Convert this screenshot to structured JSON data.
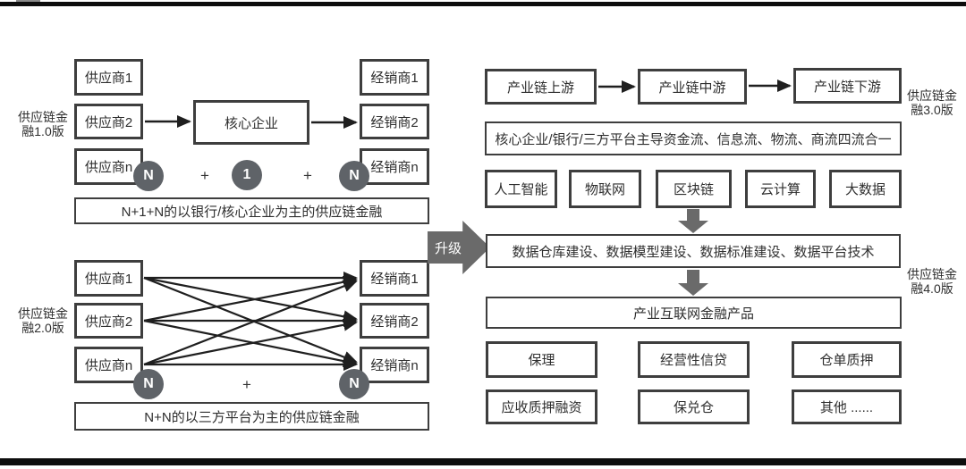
{
  "left_v1": {
    "side_label_line1": "供应链金",
    "side_label_line2": "融1.0版",
    "suppliers": [
      "供应商1",
      "供应商2",
      "供应商n"
    ],
    "core": "核心企业",
    "dealers": [
      "经销商1",
      "经销商2",
      "经销商n"
    ],
    "badges": [
      "N",
      "1",
      "N"
    ],
    "plus_left": "+",
    "plus_right": "+",
    "bottom_bar": "N+1+N的以银行/核心企业为主的供应链金融"
  },
  "left_v2": {
    "side_label_line1": "供应链金",
    "side_label_line2": "融2.0版",
    "suppliers": [
      "供应商1",
      "供应商2",
      "供应商n"
    ],
    "dealers": [
      "经销商1",
      "经销商2",
      "经销商n"
    ],
    "badges": [
      "N",
      "N"
    ],
    "plus": "+",
    "bottom_bar": "N+N的以三方平台为主的供应链金融"
  },
  "upgrade": {
    "label": "升级"
  },
  "right": {
    "chain": [
      "产业链上游",
      "产业链中游",
      "产业链下游"
    ],
    "side_label_30_line1": "供应链金",
    "side_label_30_line2": "融3.0版",
    "flow_bar": "核心企业/银行/三方平台主导资金流、信息流、物流、商流四流合一",
    "tech": [
      "人工智能",
      "物联网",
      "区块链",
      "云计算",
      "大数据"
    ],
    "data_bar": "数据仓库建设、数据模型建设、数据标准建设、数据平台技术",
    "side_label_40_line1": "供应链金",
    "side_label_40_line2": "融4.0版",
    "product_bar": "产业互联网金融产品",
    "products_row1": [
      "保理",
      "经营性信贷",
      "仓单质押"
    ],
    "products_row2": [
      "应收质押融资",
      "保兑仓",
      "其他 ......"
    ]
  },
  "colors": {
    "border": "#3e3e3e",
    "badge": "#5f6368",
    "arrow": "#6a6a6a",
    "frame": "#0d0d0d"
  }
}
